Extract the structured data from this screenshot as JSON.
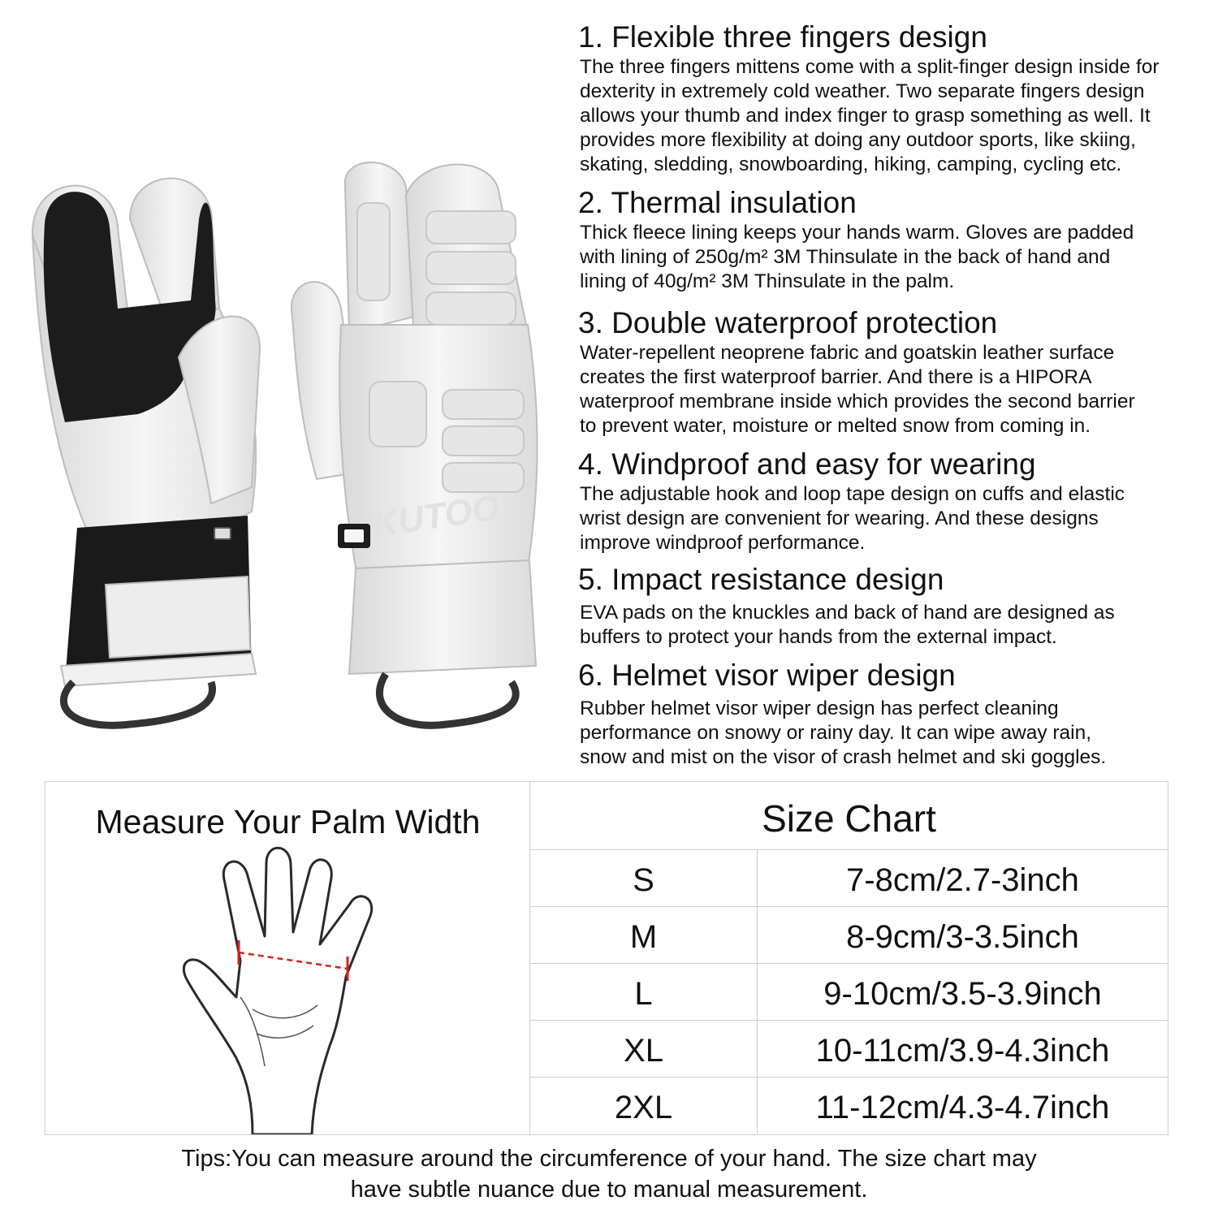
{
  "product": {
    "brand_mark": "KUTOO"
  },
  "features": [
    {
      "title": "1. Flexible three fingers design",
      "lines": [
        "The three fingers mittens come with a split-finger design inside for",
        "dexterity in extremely cold weather. Two separate fingers design",
        "allows your thumb and index finger to grasp something as well. It",
        "provides more flexibility at doing any outdoor sports, like skiing,",
        "skating, sledding, snowboarding, hiking, camping, cycling etc."
      ]
    },
    {
      "title": "2. Thermal insulation",
      "lines": [
        "Thick fleece lining keeps your hands warm. Gloves are padded",
        "with lining of 250g/m² 3M Thinsulate in the back of hand and",
        "lining of 40g/m² 3M Thinsulate in the palm."
      ]
    },
    {
      "title": "3. Double waterproof protection",
      "lines": [
        "Water-repellent neoprene fabric and goatskin leather surface",
        "creates the first waterproof barrier. And there is a HIPORA",
        "waterproof membrane inside which provides the second barrier",
        "to prevent water, moisture or melted snow from coming in."
      ]
    },
    {
      "title": "4. Windproof and easy for wearing",
      "lines": [
        "The adjustable hook and loop tape design on cuffs and elastic",
        "wrist design are convenient for wearing. And these designs",
        "improve windproof performance."
      ]
    },
    {
      "title": "5. Impact resistance design",
      "lines": [
        "EVA pads on the knuckles and back of hand are designed as",
        "buffers to protect your hands from the external impact."
      ]
    },
    {
      "title": "6. Helmet visor wiper design",
      "lines": [
        "Rubber helmet visor wiper design has perfect cleaning",
        "performance on snowy or rainy day. It can wipe away rain,",
        "snow and mist on the visor of crash helmet and ski goggles."
      ]
    }
  ],
  "measure": {
    "title": "Measure Your Palm Width"
  },
  "size_chart": {
    "title": "Size Chart",
    "rows": [
      {
        "size": "S",
        "value": "7-8cm/2.7-3inch"
      },
      {
        "size": "M",
        "value": "8-9cm/3-3.5inch"
      },
      {
        "size": "L",
        "value": "9-10cm/3.5-3.9inch"
      },
      {
        "size": "XL",
        "value": "10-11cm/3.9-4.3inch"
      },
      {
        "size": "2XL",
        "value": "11-12cm/4.3-4.7inch"
      }
    ]
  },
  "tips": {
    "line1": "Tips:You can measure around the circumference of your hand. The size chart may",
    "line2": "have subtle nuance due to manual measurement."
  },
  "colors": {
    "glove_white": "#efefef",
    "glove_black": "#1a1a1a",
    "border": "#cfcfcf",
    "measure_line": "#d42020"
  }
}
